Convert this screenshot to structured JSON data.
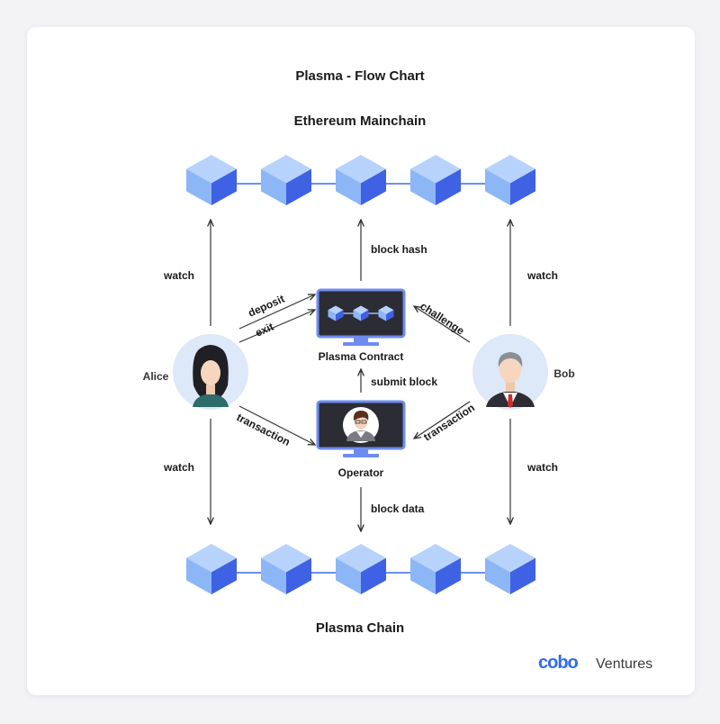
{
  "title": "Plasma - Flow Chart",
  "top_chain_label": "Ethereum Mainchain",
  "bottom_chain_label": "Plasma Chain",
  "nodes": {
    "alice": "Alice",
    "bob": "Bob",
    "contract": "Plasma Contract",
    "operator": "Operator"
  },
  "edges": {
    "block_hash": "block hash",
    "watch": "watch",
    "deposit": "deposit",
    "exit": "exit",
    "challenge": "challenge",
    "submit_block": "submit block",
    "transaction": "transaction",
    "block_data": "block data"
  },
  "brand": {
    "logo": "cobo",
    "name": "Ventures"
  },
  "colors": {
    "cube_top": "#b7d3fb",
    "cube_left": "#8cb6f6",
    "cube_right": "#3f61e4",
    "link": "#6c8ff0",
    "monitor_frame": "#6d8cf0",
    "monitor_screen": "#2c2c35",
    "avatar_bg": "#dde8f8",
    "brand": "#2f6bf0"
  }
}
